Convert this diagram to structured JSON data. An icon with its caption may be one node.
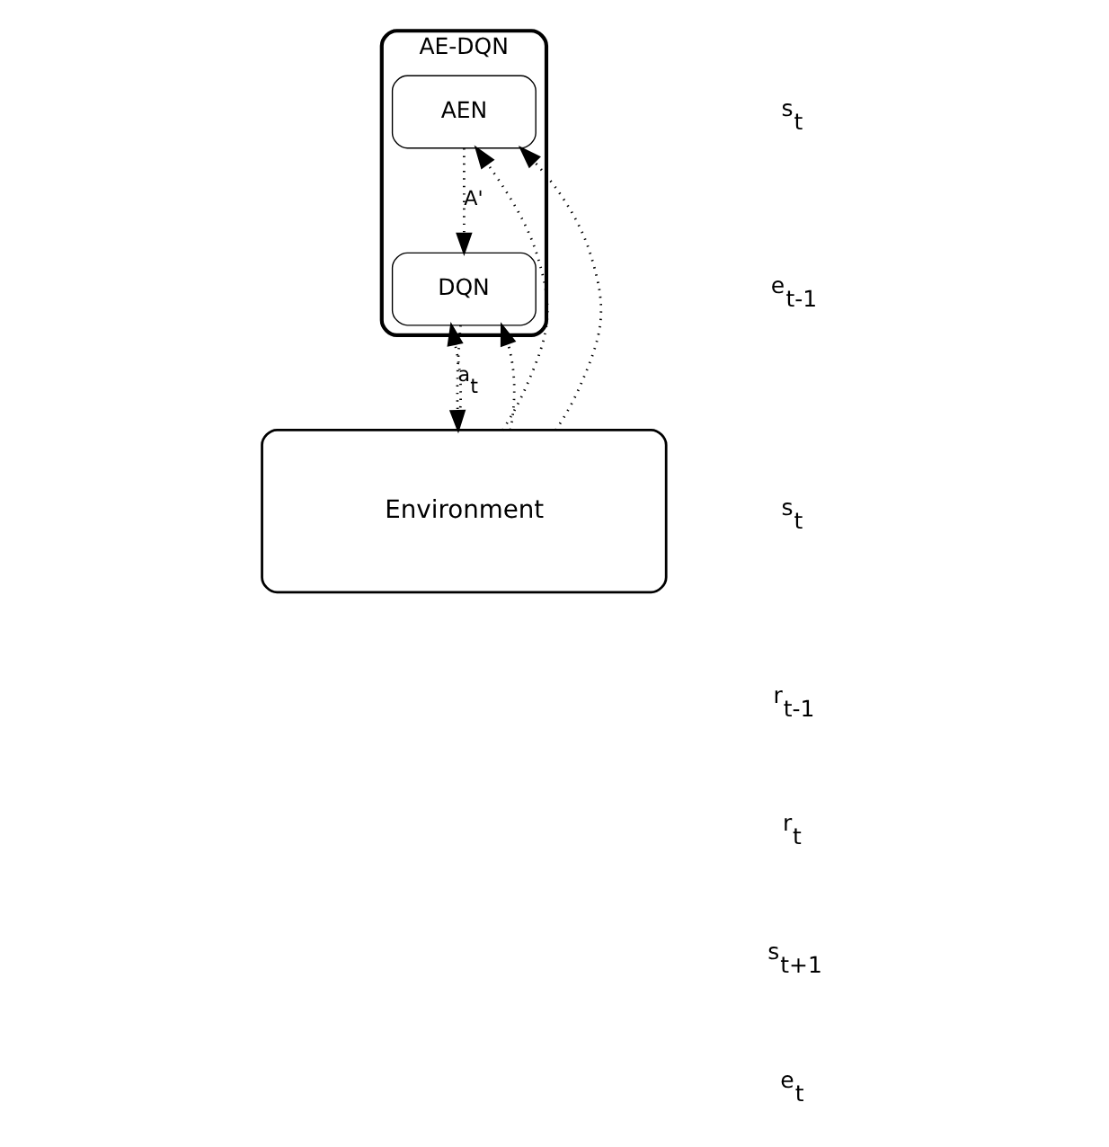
{
  "diagram": {
    "nodes": [
      {
        "text": [
          "AE-DQN"
        ]
      },
      {
        "text": [
          "AEN"
        ],
        "in": 0
      },
      {
        "text": [
          "DQN"
        ],
        "in": 0
      },
      {
        "text": [
          "Environment"
        ]
      }
    ],
    "edges": [
      {
        "from": 1,
        "to": 2,
        "arrow": "to",
        "label": "A'"
      },
      {
        "from": 2,
        "to": 3,
        "arrow": "to",
        "label": "a$_{t}$"
      },
      {
        "from": 3,
        "to": 1,
        "arrow": "to"
      },
      {
        "from": 3,
        "to": 1,
        "arrow": "to"
      },
      {
        "from": 3,
        "to": 2,
        "arrow": "to"
      },
      {
        "from": 3,
        "to": 2,
        "arrow": "to"
      }
    ],
    "labels": [
      "s$_{t}$",
      "e$_{t-1}$",
      "s$_{t}$",
      "r$_{t-1}$",
      "r$_{t}$",
      "s$_{t+1}$",
      "e$_{t}$"
    ]
  }
}
